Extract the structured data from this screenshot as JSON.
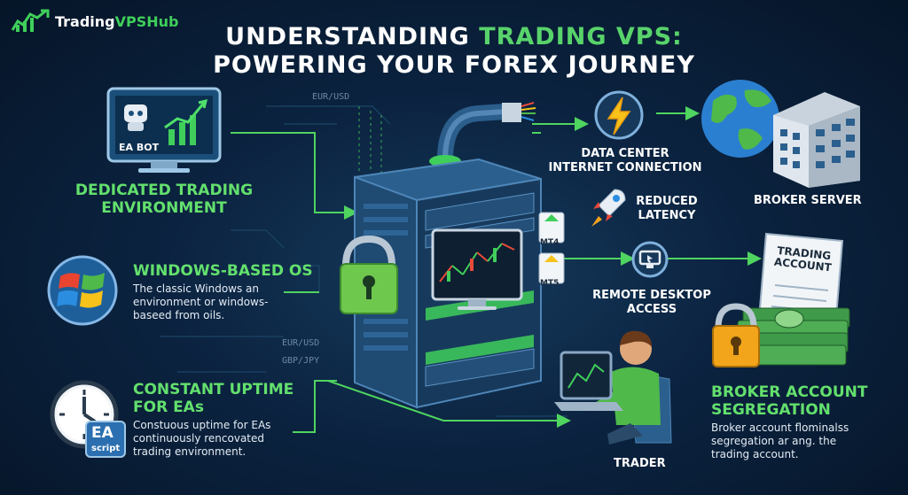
{
  "brand": {
    "part1": "Trading",
    "part2": "VPSHub"
  },
  "title": {
    "line1_prefix": "UNDERSTANDING ",
    "line1_accent": "TRADING VPS:",
    "line2": "POWERING YOUR FOREX JOURNEY"
  },
  "left": {
    "ea_bot_label": "EA BOT",
    "dedicated": {
      "line1": "DEDICATED TRADING",
      "line2": "ENVIRONMENT"
    },
    "windows": {
      "heading": "WINDOWS-BASED OS",
      "desc1": "The classic Windows an",
      "desc2": "environment or windows-",
      "desc3": "baseed from oils."
    },
    "uptime": {
      "line1": "CONSTANT UPTIME",
      "line2": "FOR EAs",
      "desc1": "Constuous uptime for EAs",
      "desc2": "continuously rencovated",
      "desc3": "trading environment."
    },
    "ea_script": {
      "line1": "EA",
      "line2": "script"
    }
  },
  "tickers": {
    "t1": "EUR/USD",
    "t2": "EUR/USD",
    "t3": "GBP/JPY"
  },
  "server": {
    "mt4": "MT4",
    "mt5": "MT5"
  },
  "right": {
    "data_center": {
      "line1": "DATA CENTER",
      "line2": "INTERNET CONNECTION"
    },
    "latency": {
      "line1": "REDUCED",
      "line2": "LATENCY"
    },
    "broker_server": "BROKER SERVER",
    "remote": {
      "line1": "REMOTE DESKTOP",
      "line2": "ACCESS"
    },
    "trading_account": {
      "line1": "TRADING",
      "line2": "ACCOUNT"
    },
    "segregation": {
      "line1": "BROKER ACCOUNT",
      "line2": "SEGREGATION",
      "desc1": "Broker account flominalss",
      "desc2": "segregation ar ang. the",
      "desc3": "trading account."
    },
    "trader": "TRADER"
  },
  "colors": {
    "accent_green": "#58d36b",
    "navy": "#0b2340",
    "line_green": "#3fcf5a"
  }
}
